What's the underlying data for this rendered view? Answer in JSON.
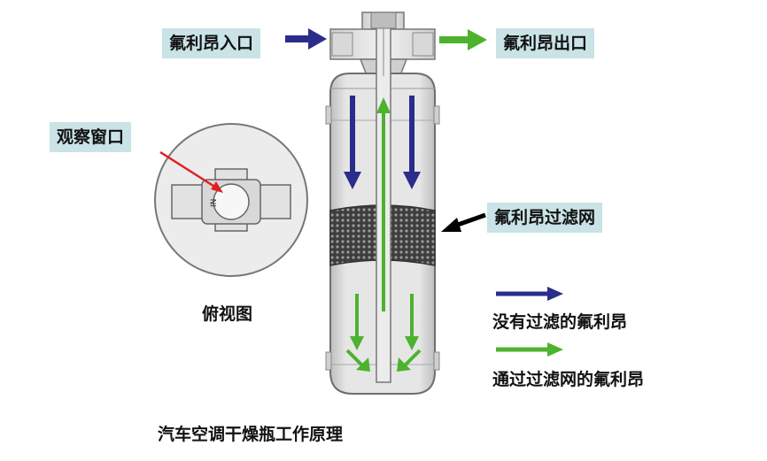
{
  "labels": {
    "inlet": "氟利昂入口",
    "outlet": "氟利昂出口",
    "sight_glass": "观察窗口",
    "filter_screen": "氟利昂过滤网",
    "top_view": "俯视图",
    "caption": "汽车空调干燥瓶工作原理"
  },
  "legend": {
    "unfiltered": "没有过滤的氟利昂",
    "filtered": "通过过滤网的氟利昂"
  },
  "top_view_mark": "IN",
  "colors": {
    "unfiltered_arrow": "#2b2c8c",
    "filtered_arrow": "#4db22e",
    "label_bg": "#c9e3e6",
    "filter_mesh": "#555555",
    "body": "#dcdcdc"
  }
}
